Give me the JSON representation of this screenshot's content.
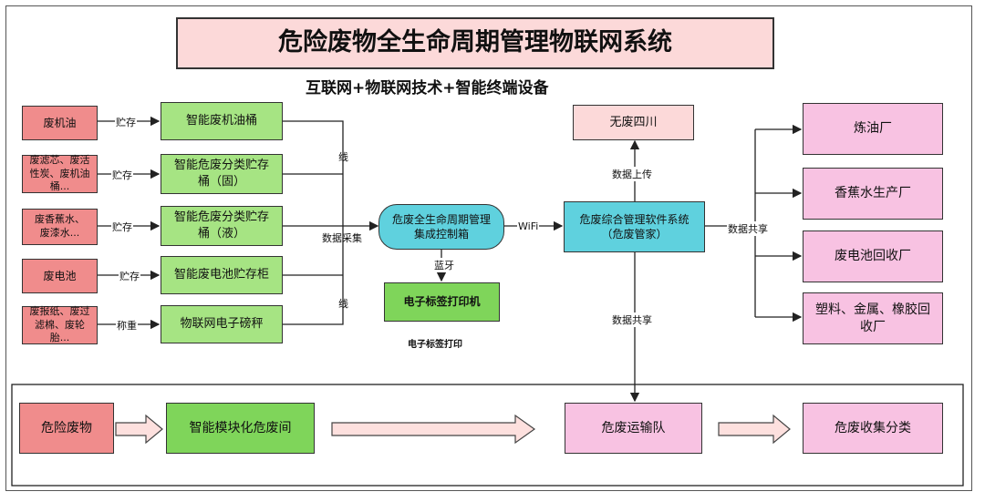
{
  "title": "危险废物全生命周期管理物联网系统",
  "subtitle": "互联网+物联网技术+智能终端设备",
  "sources": [
    {
      "label": "废机油",
      "action": "贮存",
      "device": "智能废机油桶"
    },
    {
      "label": "废滤芯、废活性炭、废机油桶...",
      "action": "贮存",
      "device": "智能危废分类贮存桶（固）"
    },
    {
      "label": "废香蕉水、废漆水...",
      "action": "贮存",
      "device": "智能危废分类贮存桶（液）"
    },
    {
      "label": "废电池",
      "action": "贮存",
      "device": "智能废电池贮存柜"
    },
    {
      "label": "废报纸、废过滤棉、废轮胎...",
      "action": "称重",
      "device": "物联网电子磅秤"
    }
  ],
  "bus_labels": {
    "top": "线",
    "middle": "数据采集",
    "bottom": "线"
  },
  "controller": "危废全生命周期管理集成控制箱",
  "bluetooth": "蓝牙",
  "printer": "电子标签打印机",
  "printer_caption": "电子标签打印",
  "wifi": "WiFi",
  "software": "危废综合管理软件系统（危废管家）",
  "upload_label": "数据上传",
  "platform": "无废四川",
  "share_right": "数据共享",
  "share_down": "数据共享",
  "recyclers": [
    "炼油厂",
    "香蕉水生产厂",
    "废电池回收厂",
    "塑料、金属、橡胶回收厂"
  ],
  "flow": [
    "危险废物",
    "智能模块化危废间",
    "危废运输队",
    "危废收集分类"
  ]
}
